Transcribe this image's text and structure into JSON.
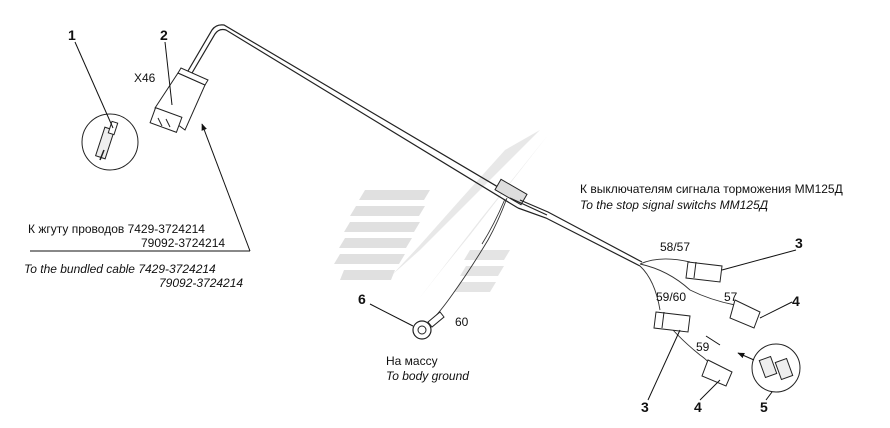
{
  "callouts": {
    "n1": "1",
    "n2": "2",
    "n3a": "3",
    "n3b": "3",
    "n4a": "4",
    "n4b": "4",
    "n5": "5",
    "n6": "6"
  },
  "connector_code": "X46",
  "wire_labels": {
    "w5857": "58/57",
    "w57": "57",
    "w5960": "59/60",
    "w59": "59",
    "w60": "60"
  },
  "bundled_cable": {
    "ru_line1": "К жгуту проводов 7429-3724214",
    "ru_line2": "79092-3724214",
    "en_line1": "To the bundled cable 7429-3724214",
    "en_line2": "79092-3724214"
  },
  "stop_switches": {
    "ru": "К выключателям сигнала торможения ММ125Д",
    "en": "To the stop signal switchs ММ125Д"
  },
  "ground": {
    "ru": "На массу",
    "en": "To body ground"
  }
}
